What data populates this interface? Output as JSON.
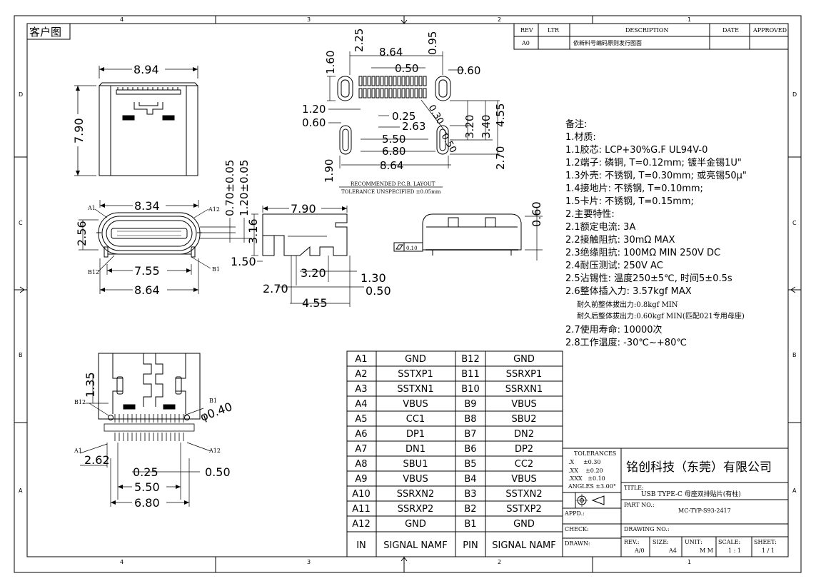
{
  "header": {
    "customer_label": "客户图"
  },
  "zones": {
    "cols": [
      "4",
      "3",
      "2",
      "1"
    ],
    "rows": [
      "D",
      "C",
      "B",
      "A"
    ]
  },
  "revision": {
    "headers": {
      "rev": "REV",
      "ltr": "LTR",
      "description": "DESCRIPTION",
      "date": "DATE",
      "approved": "APPROVED"
    },
    "row": {
      "rev": "A0",
      "ltr": "",
      "description": "依新料号编码原则发行图面",
      "date": "",
      "approved": ""
    }
  },
  "top_view": {
    "width": "8.94",
    "height": "7.90"
  },
  "pcb_layout": {
    "dims": {
      "d225": "2.25",
      "d864top": "8.64",
      "d095": "0.95",
      "d050": "0.50",
      "d060r": "0.60",
      "d160": "1.60",
      "d120": "1.20",
      "d025": "0.25",
      "d060l": "0.60",
      "d263": "2.63",
      "d320": "3.20",
      "d340": "3.40",
      "d455": "4.55",
      "d550": "5.50",
      "d680": "6.80",
      "d864bot": "8.64",
      "d190": "1.90",
      "d270": "2.70",
      "d030": "0.30",
      "d050v": "0.50"
    },
    "caption1": "RECOMMENDED  P.C.B. LAYOUT",
    "caption2": "TOLERANCE UNSPECIFIED ±0.05mm"
  },
  "front_view": {
    "dims": {
      "d834": "8.34",
      "d256": "2.56",
      "d755": "7.55",
      "d864": "8.64",
      "d070": "0.70±0.05",
      "d120": "1.20±0.05"
    },
    "pins": {
      "a1": "A1",
      "a12": "A12",
      "b12": "B12",
      "b1": "B1"
    }
  },
  "side_view": {
    "dims": {
      "d790": "7.90",
      "d316": "3.16",
      "d150": "1.50",
      "d320": "3.20",
      "d130": "1.30",
      "d270": "2.70",
      "d050": "0.50",
      "d455": "4.55"
    }
  },
  "end_view": {
    "flatness": "0.10",
    "d060": "0.60"
  },
  "notes": {
    "lines": [
      "备注:",
      "1.材质:",
      "1.1胶芯: LCP+30%G.F UL94V-0",
      "1.2端子: 磷铜, T=0.12mm; 镀半金锡1U\"",
      "1.3外壳: 不锈钢, T=0.30mm; 或亮锡50μ\"",
      "1.4接地片: 不锈钢, T=0.10mm;",
      "1.5卡片: 不锈钢, T=0.15mm;",
      "2.主要特性:",
      "2.1额定电流: 3A",
      "2.2接触阻抗: 30mΩ  MAX",
      "2.3绝缘阻抗: 100MΩ  MIN  250V  DC",
      "2.4耐压测试: 250V  AC",
      "2.5沾锡性: 温度250±5℃, 时间5±0.5s",
      "2.6整体插入力: 3.57kgf MAX",
      "耐久前整体拔出力:0.8kgf MIN",
      "耐久后整体拔出力:0.60kgf MIN(匹配021专用母座)",
      "2.7使用寿命: 10000次",
      "2.8工作温度: -30℃~+80℃"
    ]
  },
  "bottom_view": {
    "dims": {
      "d135": "1.35",
      "d040": "φ0.40",
      "d262": "2.62",
      "d025": "0.25",
      "d050": "0.50",
      "d550": "5.50",
      "d680": "6.80"
    },
    "pins": {
      "b12": "B12",
      "b1": "B1",
      "a1": "A1",
      "a12": "A12"
    }
  },
  "pin_table": {
    "rows": [
      [
        "A1",
        "GND",
        "B12",
        "GND"
      ],
      [
        "A2",
        "SSTXP1",
        "B11",
        "SSRXP1"
      ],
      [
        "A3",
        "SSTXN1",
        "B10",
        "SSRXN1"
      ],
      [
        "A4",
        "VBUS",
        "B9",
        "VBUS"
      ],
      [
        "A5",
        "CC1",
        "B8",
        "SBU2"
      ],
      [
        "A6",
        "DP1",
        "B7",
        "DN2"
      ],
      [
        "A7",
        "DN1",
        "B6",
        "DP2"
      ],
      [
        "A8",
        "SBU1",
        "B5",
        "CC2"
      ],
      [
        "A9",
        "VBUS",
        "B4",
        "VBUS"
      ],
      [
        "A10",
        "SSRXN2",
        "B3",
        "SSTXN2"
      ],
      [
        "A11",
        "SSRXP2",
        "B2",
        "SSTXP2"
      ],
      [
        "A12",
        "GND",
        "B1",
        "GND"
      ]
    ],
    "footer": [
      "IN",
      "SIGNAL NAMF",
      "PIN",
      "SIGNAL NAMF"
    ]
  },
  "title_block": {
    "tolerances": {
      "title": "TOLERANCES",
      "l1": ".X     ±0.30",
      "l2": ".XX    ±0.20",
      "l3": ".XXX   ±0.10",
      "l4": "ANGLES ±3.00°"
    },
    "company": "铭创科技（东莞）有限公司",
    "title_label": "TITLE:",
    "title_value": "USB TYPE-C 母座双排贴片(有柱)",
    "appd": "APPD.:",
    "part_label": "PART NO.:",
    "part_value": "MC-TYP-S93-2417",
    "check": "CHECK:",
    "drawing_no": "DRAWING NO.:",
    "drawn": "DRAWN:",
    "rev_label": "REV.:",
    "rev_value": "A/0",
    "size_label": "SIZE:",
    "size_value": "A4",
    "unit_label": "UNIT:",
    "unit_value": "M M",
    "scale_label": "SCALE:",
    "scale_value": "1 : 1",
    "sheet_label": "SHEET:",
    "sheet_value": "1 / 1"
  }
}
